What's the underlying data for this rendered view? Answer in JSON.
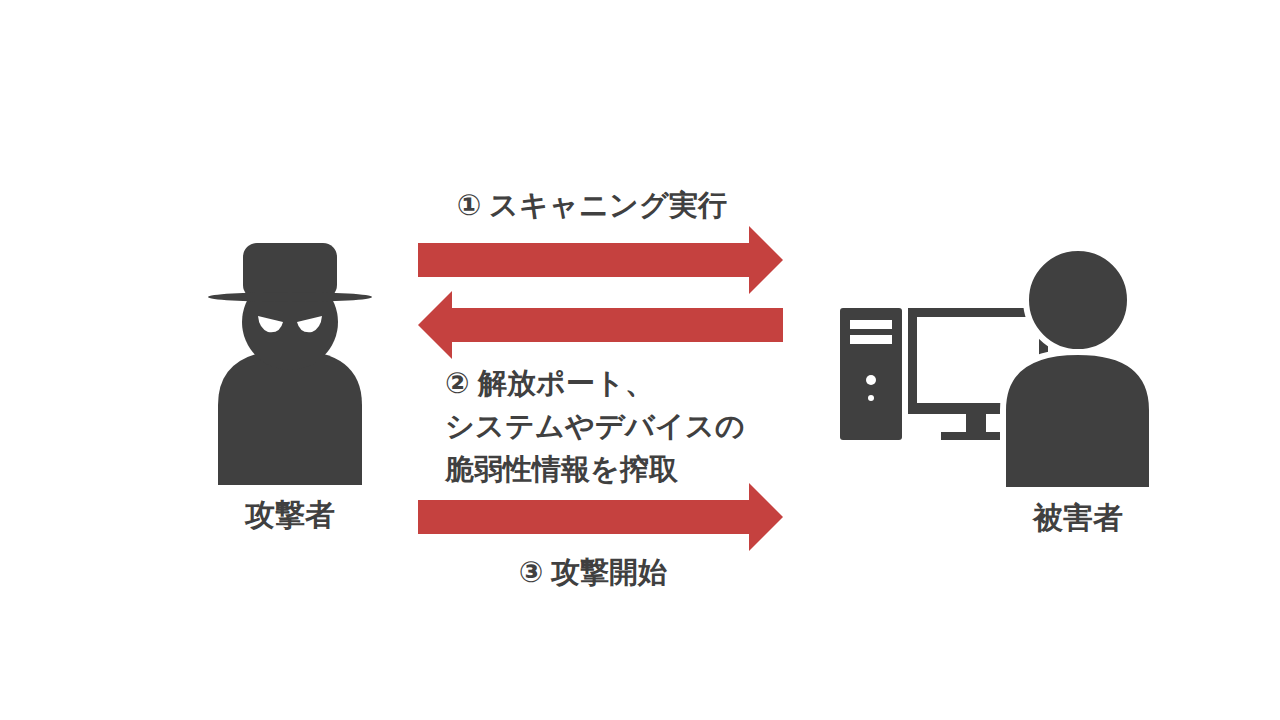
{
  "diagram": {
    "nodes": [
      {
        "text": [
          "攻撃者"
        ]
      },
      {
        "text": [
          "被害者"
        ]
      }
    ],
    "edges": [
      {
        "from": 0,
        "to": 1,
        "arrow": "to",
        "label": "① スキャニング実行"
      },
      {
        "from": 1,
        "to": 0,
        "arrow": "to",
        "label": "② 解放ポート、 システムやデバイスの 脆弱性情報を搾取"
      },
      {
        "from": 0,
        "to": 1,
        "arrow": "to",
        "label": "③ 攻撃開始"
      }
    ]
  }
}
